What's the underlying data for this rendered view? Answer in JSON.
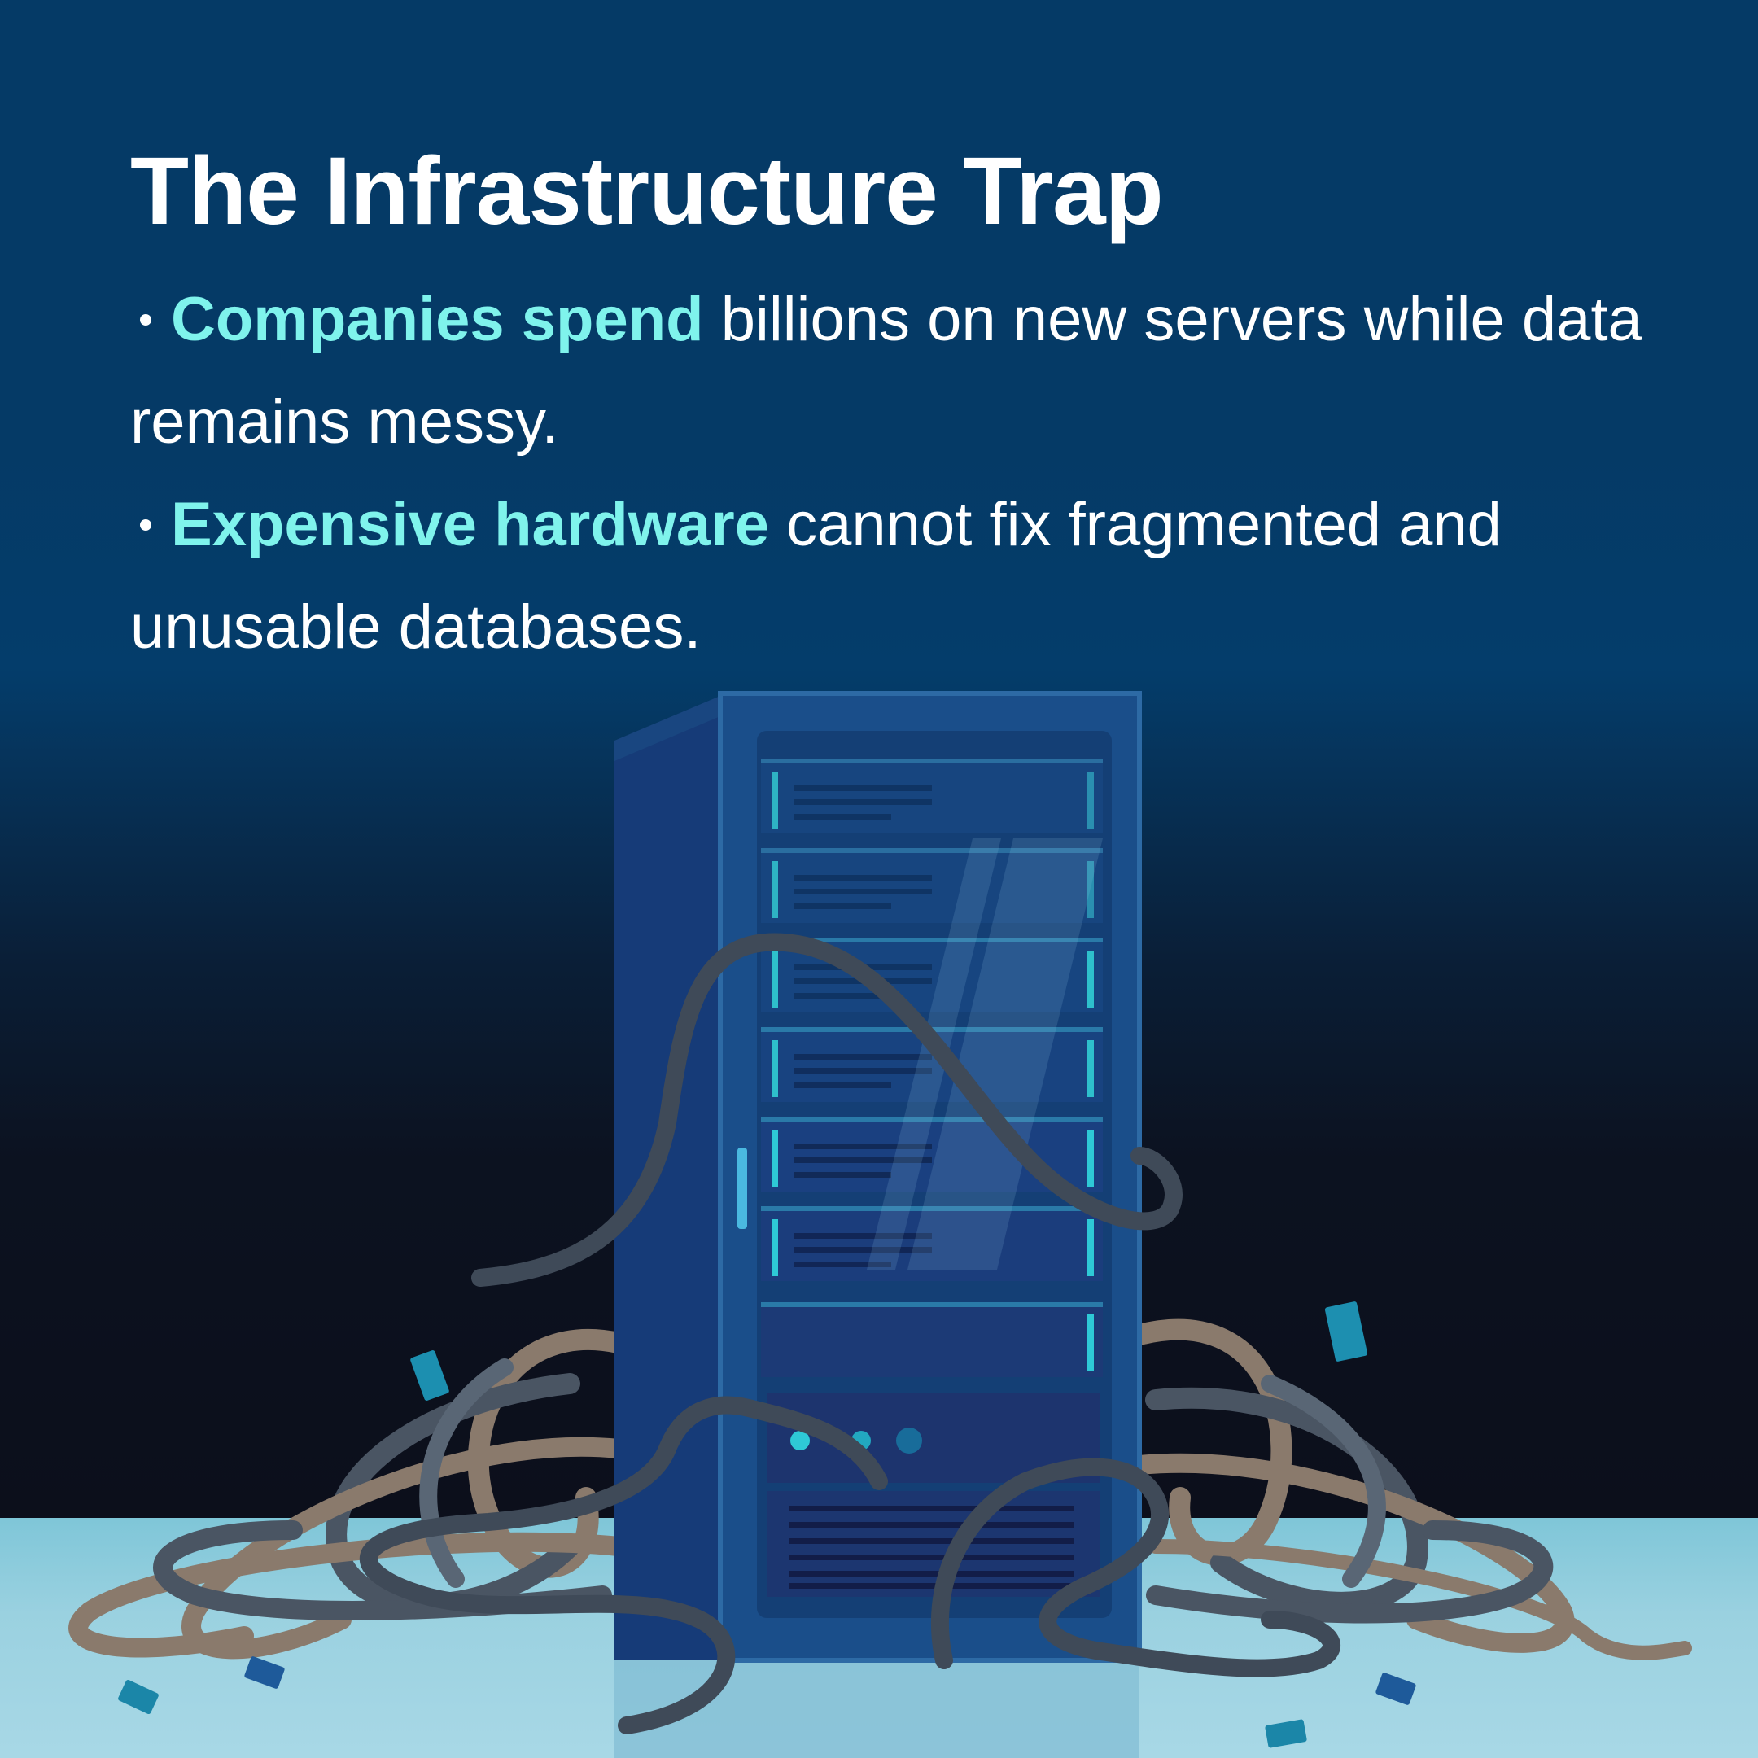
{
  "title": "The Infrastructure Trap",
  "bullets": [
    {
      "highlight": "Companies spend",
      "text": " billions on new servers while data remains messy."
    },
    {
      "highlight": "Expensive hardware",
      "text": " cannot fix fragmented and unusable databases."
    }
  ],
  "illustration": {
    "subject": "server-rack-with-tangled-cables",
    "colors": {
      "background_top": "#053a66",
      "background_bottom": "#0c0f1b",
      "floor": "#9ad1e0",
      "server_front": "#1b4a86",
      "server_side": "#173a78",
      "accent_led": "#2ec9d6",
      "highlight_text": "#7ff3ec",
      "cable_dark": "#3f4a58",
      "cable_tan": "#8a7a6c"
    }
  }
}
